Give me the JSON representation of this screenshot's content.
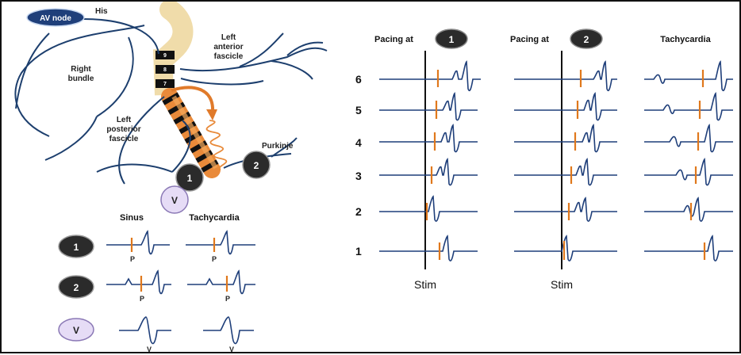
{
  "anatomy": {
    "av_node": "AV node",
    "his": "His",
    "right_bundle": [
      "Right",
      "bundle"
    ],
    "left_anterior": [
      "Left",
      "anterior",
      "fascicle"
    ],
    "left_posterior": [
      "Left",
      "posterior",
      "fascicle"
    ],
    "purkinje": "Purkinje",
    "segments": [
      "9",
      "8",
      "7"
    ],
    "site1": "1",
    "site2": "2",
    "site_v": "V"
  },
  "egm_table": {
    "col_sinus": "Sinus",
    "col_tachy": "Tachycardia",
    "rows": [
      "1",
      "2",
      "V"
    ],
    "p_label": "P",
    "v_label": "V"
  },
  "pacing": {
    "pacing_prefix": "Pacing at",
    "panel1_site": "1",
    "panel2_site": "2",
    "tachy": "Tachycardia",
    "stim": "Stim",
    "rows": [
      "6",
      "5",
      "4",
      "3",
      "2",
      "1"
    ]
  }
}
